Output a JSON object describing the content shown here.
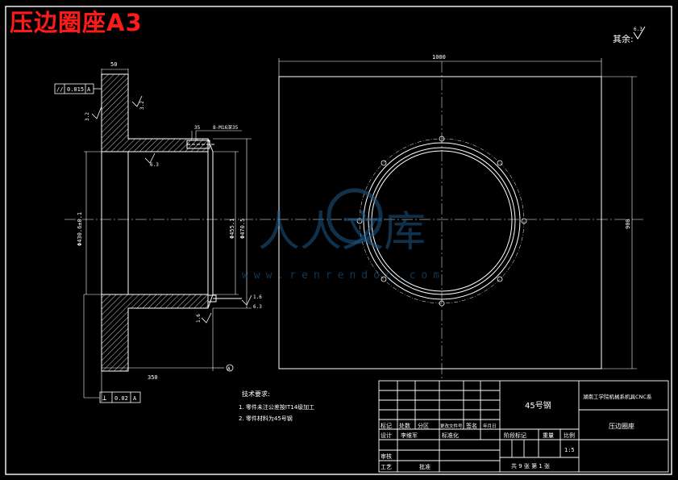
{
  "title": "压边圈座A3",
  "roughness_note": "其余:",
  "roughness_value": "6.3",
  "watermark": {
    "text": "人人文库",
    "url": "www.renrendoc.com"
  },
  "dims": {
    "flange_width": "50",
    "square_width": "1000",
    "square_height": "900",
    "total_length": "350",
    "inner_dia": "Φ430.6±0.1",
    "outer_dia_1": "Φ455.1",
    "outer_dia_2": "Φ470.5",
    "hole_spec": "8-M16深35",
    "hole_depth": "35",
    "rough_1": "3.2",
    "rough_2": "3.2",
    "rough_3": "6.3",
    "rough_4": "1.6",
    "rough_5": "6.3",
    "rough_6": "1.6",
    "datum": "A"
  },
  "tolerances": {
    "parallel": {
      "symbol": "//",
      "value": "0.015",
      "datum": "A"
    },
    "perpendicular": {
      "symbol": "⊥",
      "value": "0.02",
      "datum": "A"
    }
  },
  "tech_notes": {
    "heading": "技术要求:",
    "items": [
      "1. 零件未注公差按IT14级加工",
      "2. 零件材料为45号钢"
    ]
  },
  "title_block": {
    "material": "45号钢",
    "school": "湖南工学院机械系机具CNC系",
    "part_name": "压边圈座",
    "row_labels": [
      "标记",
      "处数",
      "分区",
      "更改文件号",
      "签名",
      "年月日"
    ],
    "design": "设计",
    "designer": "李维军",
    "standard": "标准化",
    "review": "审核",
    "craft": "工艺",
    "approve": "批准",
    "stage_mark": "阶段标记",
    "weight": "重量",
    "scale_label": "比例",
    "scale": "1:5",
    "sheets": "共 9 张 第 1 张"
  }
}
